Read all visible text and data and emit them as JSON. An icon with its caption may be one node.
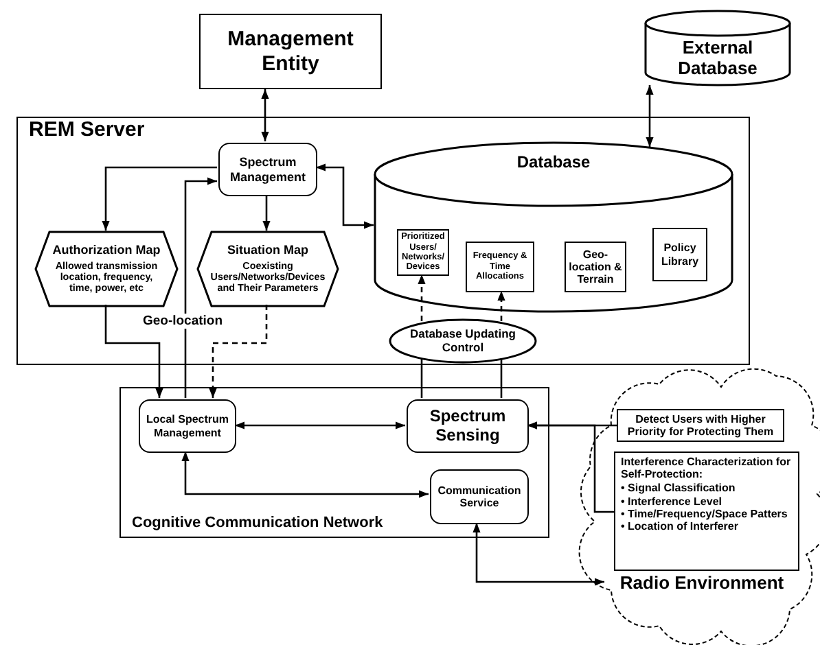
{
  "diagram": {
    "nodes": [
      {
        "text": [
          "Management Entity"
        ]
      },
      {
        "text": [
          "External Database"
        ]
      },
      {
        "text": [
          "REM Server"
        ]
      },
      {
        "text": [
          "Spectrum Management"
        ],
        "in": 2
      },
      {
        "text": [
          "Authorization Map",
          "Allowed transmission location, frequency, time, power, etc"
        ],
        "in": 2
      },
      {
        "text": [
          "Situation Map",
          "Coexisting Users/Networks/Devices and Their Parameters"
        ],
        "in": 2
      },
      {
        "text": [
          "Database"
        ],
        "in": 2
      },
      {
        "text": [
          "Prioritized Users/ Networks/ Devices"
        ],
        "in": 6
      },
      {
        "text": [
          "Frequency & Time Allocations"
        ],
        "in": 6
      },
      {
        "text": [
          "Geo- location & Terrain"
        ],
        "in": 6
      },
      {
        "text": [
          "Policy Library"
        ],
        "in": 6
      },
      {
        "text": [
          "Database Updating Control"
        ],
        "in": 2
      },
      {
        "text": [
          "Cognitive Communication Network"
        ]
      },
      {
        "text": [
          "Local Spectrum Management"
        ],
        "in": 12
      },
      {
        "text": [
          "Spectrum Sensing"
        ],
        "in": 12
      },
      {
        "text": [
          "Communication Service"
        ],
        "in": 12
      },
      {
        "text": [
          "Radio Environment"
        ]
      },
      {
        "text": [
          "Detect Users with Higher Priority for Protecting Them"
        ],
        "in": 16
      },
      {
        "text": [
          "Interference Characterization for Self-Protection:",
          "• Signal Classification",
          "• Interference Level",
          "• Time/Frequency/Space Patters",
          "• Location of Interferer"
        ],
        "in": 16
      }
    ],
    "edges": [
      {
        "from": 0,
        "to": 3,
        "arrow": "both"
      },
      {
        "from": 1,
        "to": 6,
        "arrow": "both"
      },
      {
        "from": 3,
        "to": 6,
        "arrow": "both"
      },
      {
        "from": 3,
        "to": 4,
        "arrow": "to"
      },
      {
        "from": 3,
        "to": 5,
        "arrow": "to"
      },
      {
        "from": 4,
        "to": 13,
        "arrow": "to"
      },
      {
        "from": 13,
        "to": 3,
        "arrow": "to",
        "label": "Geo-location"
      },
      {
        "from": 5,
        "to": 13,
        "arrow": "to",
        "style": "dashed"
      },
      {
        "from": 11,
        "to": 7,
        "arrow": "to",
        "style": "dashed"
      },
      {
        "from": 11,
        "to": 8,
        "arrow": "to",
        "style": "dashed"
      },
      {
        "from": 14,
        "to": 11,
        "arrow": "none"
      },
      {
        "from": 14,
        "to": 11,
        "arrow": "none"
      },
      {
        "from": 13,
        "to": 14,
        "arrow": "both"
      },
      {
        "from": 13,
        "to": 15,
        "arrow": "both"
      },
      {
        "from": 17,
        "to": 14,
        "arrow": "to"
      },
      {
        "from": 18,
        "to": 14,
        "arrow": "to"
      },
      {
        "from": 15,
        "to": 16,
        "arrow": "both"
      }
    ]
  }
}
